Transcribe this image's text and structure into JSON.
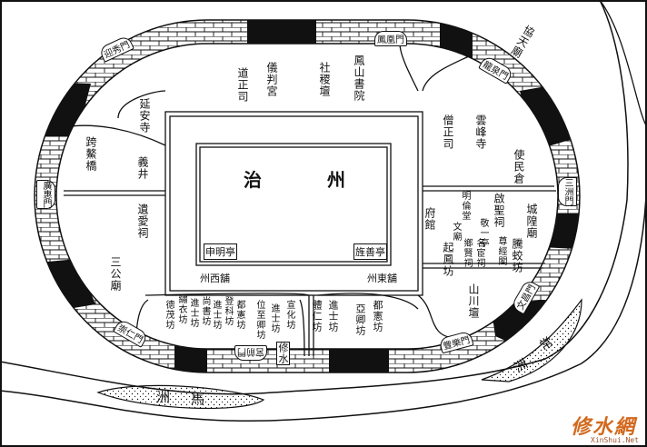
{
  "center": {
    "zhi": "治",
    "zhou": "州"
  },
  "north": {
    "fengshan_academy": "鳳山書院",
    "sheji_altar": "社稷壇",
    "yibin_palace": "儀判宮",
    "daozheng_office": "道正司",
    "yanan_temple": "延安寺"
  },
  "west": {
    "kuaao_bridge": "跨鰲橋",
    "yi_well": "義井",
    "yiai_shrine": "遺愛祠",
    "sangong_temple": "三公廟"
  },
  "yamen": {
    "shenming_pavilion": "申明亭",
    "jingshan_pavilion": "旌善亭",
    "west_post": "州西舖",
    "east_post": "州東舖"
  },
  "east": {
    "sengzheng_office": "僧正司",
    "yunfeng_temple": "雲峰寺",
    "shimin_granary": "使民倉",
    "fu_hall": "府館",
    "minglun_hall": "明倫堂",
    "confucius_temple": "文廟",
    "qisheng_shrine": "啟聖祠",
    "chenghuang_temple": "城隍廟",
    "jingyi_pavilion": "敬一亭",
    "xiangxian_shrine": "鄉賢祠",
    "minghuan_shrine": "名宦祠",
    "zunjing_pavilion": "尊經閣",
    "tengjiao_arch": "騰蛟坊",
    "qifeng_arch": "起鳳坊",
    "shanchuan_altar": "山川壇"
  },
  "south_arches": [
    "德茂坊",
    "繡衣坊",
    "進士坊",
    "尚書坊",
    "進士坊",
    "登科坊",
    "都憲坊",
    "位至卿坊",
    "進士坊",
    "宣化坊",
    "體仁坊",
    "進士坊",
    "亞卿坊",
    "都憲坊"
  ],
  "gates": {
    "northwest": "迎秀門",
    "north": "鳳凰門",
    "northeast": "龍泉門",
    "east": "三洲門",
    "southeast": "文昌門",
    "south": "宮前門",
    "southeast2": "豐樂門",
    "southwest": "崇仁門",
    "west": "廣惠門"
  },
  "outside": {
    "xietian_temple": "協天廟",
    "xiu_river": "修水",
    "ma_zhou_ma": "馬",
    "ma_zhou_zhou": "洲",
    "chang_zhou_chang": "常",
    "chang_zhou_zhou": "洲"
  },
  "watermark": {
    "logo": "修水網",
    "site": "XinShui.Net"
  },
  "colors": {
    "ink": "#111111",
    "watermark": "#d2691e"
  }
}
